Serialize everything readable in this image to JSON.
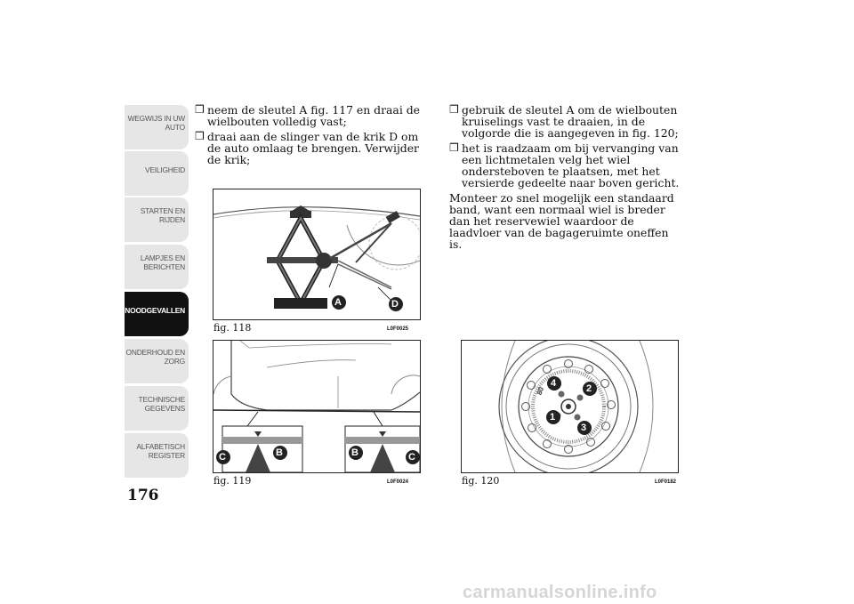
{
  "sidebar": {
    "tabs": [
      {
        "line1": "WEGWIJS IN UW",
        "line2": "AUTO"
      },
      {
        "line1": "VEILIGHEID",
        "line2": ""
      },
      {
        "line1": "STARTEN EN",
        "line2": "RIJDEN"
      },
      {
        "line1": "LAMPJES EN",
        "line2": "BERICHTEN"
      },
      {
        "line1": "NOODGEVALLEN",
        "line2": ""
      },
      {
        "line1": "ONDERHOUD EN",
        "line2": "ZORG"
      },
      {
        "line1": "TECHNISCHE",
        "line2": "GEGEVENS"
      },
      {
        "line1": "ALFABETISCH",
        "line2": "REGISTER"
      }
    ],
    "active_index": 4
  },
  "page_number": "176",
  "bullet_symbol": "❒",
  "left_column": {
    "bullets": [
      "neem de sleutel A fig. 117 en draai de wielbouten volledig vast;",
      "draai aan de slinger van de krik D om de auto omlaag te brengen. Verwijder de krik;"
    ]
  },
  "right_column": {
    "bullets": [
      "gebruik de sleutel A om de wielbouten kruiselings vast te draaien, in de volgorde die is aangegeven in fig. 120;",
      "het is raadzaam om bij vervanging van een lichtmetalen velg het wiel ondersteboven te plaatsen, met het versierde gedeelte naar boven gericht."
    ],
    "paragraph": "Monteer zo snel mogelijk een standaard band, want een normaal wiel is breder dan het reservewiel waardoor de laadvloer van de bagageruimte oneffen is."
  },
  "figures": {
    "fig118": {
      "caption": "fig. 118",
      "code": "L0F0025",
      "labels": [
        "A",
        "D"
      ]
    },
    "fig119": {
      "caption": "fig. 119",
      "code": "L0F0024",
      "labels": [
        "C",
        "B",
        "B",
        "C"
      ]
    },
    "fig120": {
      "caption": "fig. 120",
      "code": "L0F0182",
      "labels": [
        "1",
        "2",
        "3",
        "4"
      ],
      "stamp": "80"
    }
  },
  "footer": "carmanualsonline.info"
}
